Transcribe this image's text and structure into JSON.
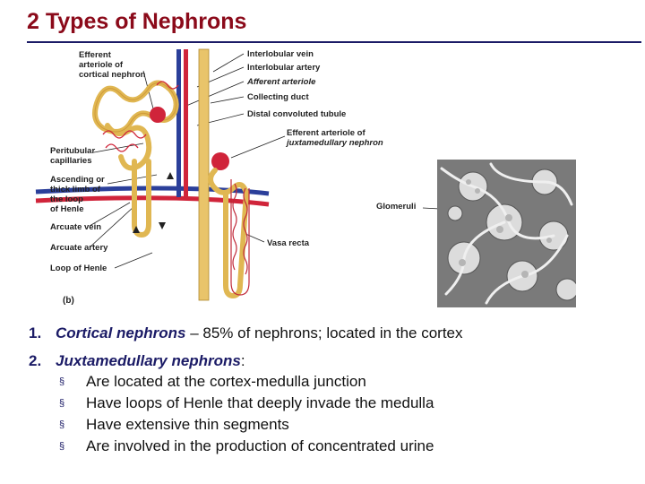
{
  "title": "2 Types of Nephrons",
  "diagram": {
    "labels_left": {
      "efferent_cortical": [
        "Efferent",
        "arteriole of",
        "cortical nephron"
      ],
      "peritubular": [
        "Peritubular",
        "capillaries"
      ],
      "ascending": [
        "Ascending or",
        "thick limb of",
        "the loop",
        "of Henle"
      ],
      "arcuate_vein": "Arcuate vein",
      "arcuate_artery": "Arcuate artery",
      "loop_of_henle": "Loop of Henle",
      "panel_tag": "(b)"
    },
    "labels_right": {
      "interlobular_vein": "Interlobular vein",
      "interlobular_artery": "Interlobular artery",
      "afferent_arteriole": "Afferent arteriole",
      "collecting_duct": "Collecting duct",
      "distal_tubule": "Distal convoluted tubule",
      "efferent_juxta": [
        "Efferent arteriole of",
        "juxtamedullary nephron"
      ],
      "vasa_recta": "Vasa recta"
    },
    "glomeruli_label": "Glomeruli"
  },
  "list": {
    "item1": {
      "number": "1.",
      "term": "Cortical nephrons",
      "rest": " – 85% of nephrons; located in the cortex"
    },
    "item2": {
      "number": "2.",
      "term": "Juxtamedullary nephrons",
      "rest": ":"
    },
    "bullets": [
      "Are located at the cortex-medulla junction",
      "Have loops of Henle that deeply invade the medulla",
      "Have extensive thin segments",
      "Are involved in the production of concentrated urine"
    ],
    "bullet_glyph": "§"
  },
  "colors": {
    "title": "#8b0a1a",
    "rule": "#1b1b66",
    "tubule": "#e9c46a",
    "artery": "#d0243a",
    "vein": "#2b3f9a"
  }
}
